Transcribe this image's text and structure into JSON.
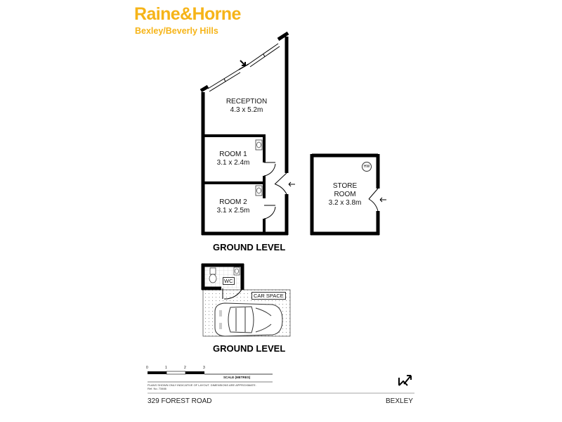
{
  "brand": {
    "name": "Raine&Horne",
    "office": "Bexley/Beverly Hills",
    "color": "#f6b418"
  },
  "rooms": {
    "reception": {
      "name": "RECEPTION",
      "size": "4.3 x 5.2m"
    },
    "room1": {
      "name": "ROOM 1",
      "size": "3.1 x 2.4m"
    },
    "room2": {
      "name": "ROOM 2",
      "size": "3.1 x 2.5m"
    },
    "store": {
      "name_line1": "STORE",
      "name_line2": "ROOM",
      "size": "3.2 x 3.8m",
      "fixture": "HW"
    },
    "wc": {
      "name": "WC"
    },
    "car": {
      "name": "CAR SPACE"
    }
  },
  "levels": {
    "upper_plan": "GROUND LEVEL",
    "lower_plan": "GROUND LEVEL"
  },
  "scale": {
    "title": "SCALE (METRES)",
    "ticks": [
      "0",
      "1",
      "2",
      "3"
    ],
    "disclaimer_line1": "PLANS SHOWN ONLY INDICATIVE OF LAYOUT. DIMENSIONS ARE APPROXIMATE.",
    "disclaimer_line2": "Ref. No. 73466"
  },
  "footer": {
    "address": "329 FOREST ROAD",
    "suburb": "BEXLEY"
  },
  "icons": {
    "north": "north-arrow-icon",
    "entry": "entry-arrow-icon"
  }
}
